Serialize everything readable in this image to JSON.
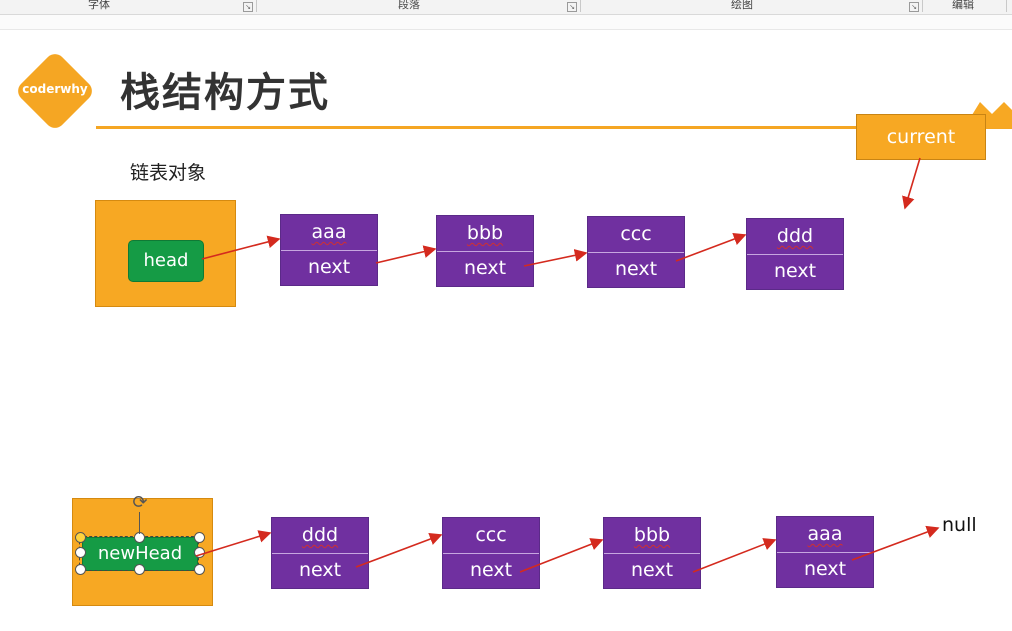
{
  "ribbon": {
    "groups": [
      "字体",
      "段落",
      "绘图",
      "编辑"
    ]
  },
  "slide": {
    "logo_text": "coderwhy",
    "title": "栈结构方式",
    "caption": "链表对象",
    "head_label": "head",
    "new_head_label": "newHead",
    "current_label": "current",
    "null_label": "null",
    "top_list": [
      {
        "value": "aaa",
        "next": "next"
      },
      {
        "value": "bbb",
        "next": "next"
      },
      {
        "value": "ccc",
        "next": "next"
      },
      {
        "value": "ddd",
        "next": "next"
      }
    ],
    "bottom_list": [
      {
        "value": "ddd",
        "next": "next"
      },
      {
        "value": "ccc",
        "next": "next"
      },
      {
        "value": "bbb",
        "next": "next"
      },
      {
        "value": "aaa",
        "next": "next"
      }
    ]
  },
  "colors": {
    "accent_orange": "#f7a823",
    "node_purple": "#7030a0",
    "head_green": "#159b45",
    "arrow_red": "#d42a1e"
  }
}
